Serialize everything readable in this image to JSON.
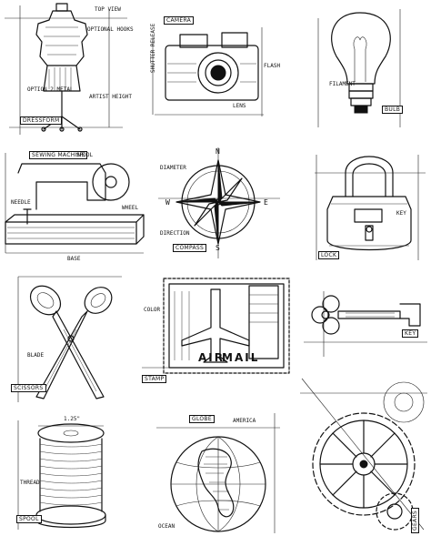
{
  "stamps": {
    "dressform": {
      "top_label": "TOP VIEW",
      "notes": "OPTIONAL HOOKS",
      "label2": "OPTION 2 METAL",
      "height_label": "ARTIST HEIGHT",
      "box": "DRESSFORM"
    },
    "camera": {
      "box": "CAMERA",
      "shutter": "SHUTTER RELEASE",
      "flash": "FLASH",
      "lens": "LENS"
    },
    "bulb": {
      "filament": "FILAMENT",
      "box": "BULB"
    },
    "sewing": {
      "box": "SEWING MACHINE",
      "spool": "SPOOL",
      "needle": "NEEDLE",
      "base": "BASE",
      "wheel": "WHEEL"
    },
    "compass": {
      "n": "N",
      "e": "E",
      "s": "S",
      "w": "W",
      "box": "COMPASS",
      "diameter": "DIAMETER",
      "direction": "DIRECTION"
    },
    "lock": {
      "box": "LOCK",
      "key": "KEY"
    },
    "scissors": {
      "box": "SCISSORS",
      "blade": "BLADE"
    },
    "airmail": {
      "box": "STAMP",
      "air": "AIR",
      "mail": "MAIL",
      "label": "COLOR"
    },
    "key": {
      "box": "KEY"
    },
    "spool": {
      "size": "1.25\"",
      "thread": "THREAD",
      "box": "SPOOL"
    },
    "globe": {
      "box": "GLOBE",
      "america": "AMERICA",
      "ocean": "OCEAN"
    },
    "gears": {
      "box": "GEARS"
    }
  }
}
